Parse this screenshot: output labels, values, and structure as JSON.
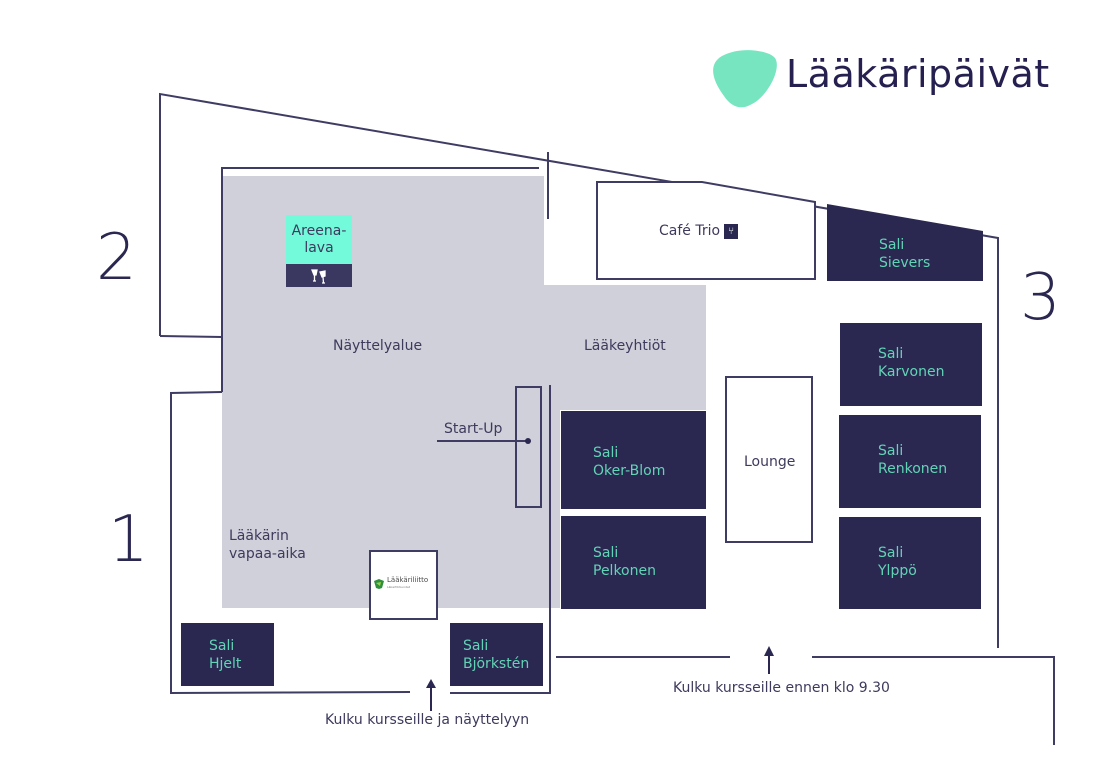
{
  "logo": {
    "brand": "Lääkäripäivät",
    "mark_color": "#76e5c0",
    "text_color": "#262050"
  },
  "entrances": [
    {
      "number": "1"
    },
    {
      "number": "2"
    },
    {
      "number": "3"
    }
  ],
  "areas": {
    "exhibition": "Näyttelyalue",
    "pharma": "Lääkeyhtiöt",
    "startup": "Start-Up",
    "leisure_line1": "Lääkärin",
    "leisure_line2": "vapaa-aika",
    "lounge": "Lounge",
    "cafe": "Café Trio",
    "cafe_icon": "cutlery-icon",
    "areena_line1": "Areena-",
    "areena_line2": "lava",
    "areena_icon": "cheers-glasses-icon",
    "partner_logo": "Lääkäriliitto",
    "partner_sub": "Läkarförbundet"
  },
  "rooms": [
    {
      "line1": "Sali",
      "line2": "Sievers"
    },
    {
      "line1": "Sali",
      "line2": "Karvonen"
    },
    {
      "line1": "Sali",
      "line2": "Renkonen"
    },
    {
      "line1": "Sali",
      "line2": "Ylppö"
    },
    {
      "line1": "Sali",
      "line2": "Oker-Blom"
    },
    {
      "line1": "Sali",
      "line2": "Pelkonen"
    },
    {
      "line1": "Sali",
      "line2": "Hjelt"
    },
    {
      "line1": "Sali",
      "line2": "Björkstén"
    }
  ],
  "captions": {
    "main_entry": "Kulku kursseille ja näyttelyyn",
    "early_entry": "Kulku kursseille ennen klo 9.30"
  },
  "colors": {
    "room_fill": "#2a2850",
    "room_text": "#62d3b6",
    "exhibition_fill": "#d0d0da",
    "wall": "#3f3c63",
    "areena_fill": "#73fadb"
  }
}
